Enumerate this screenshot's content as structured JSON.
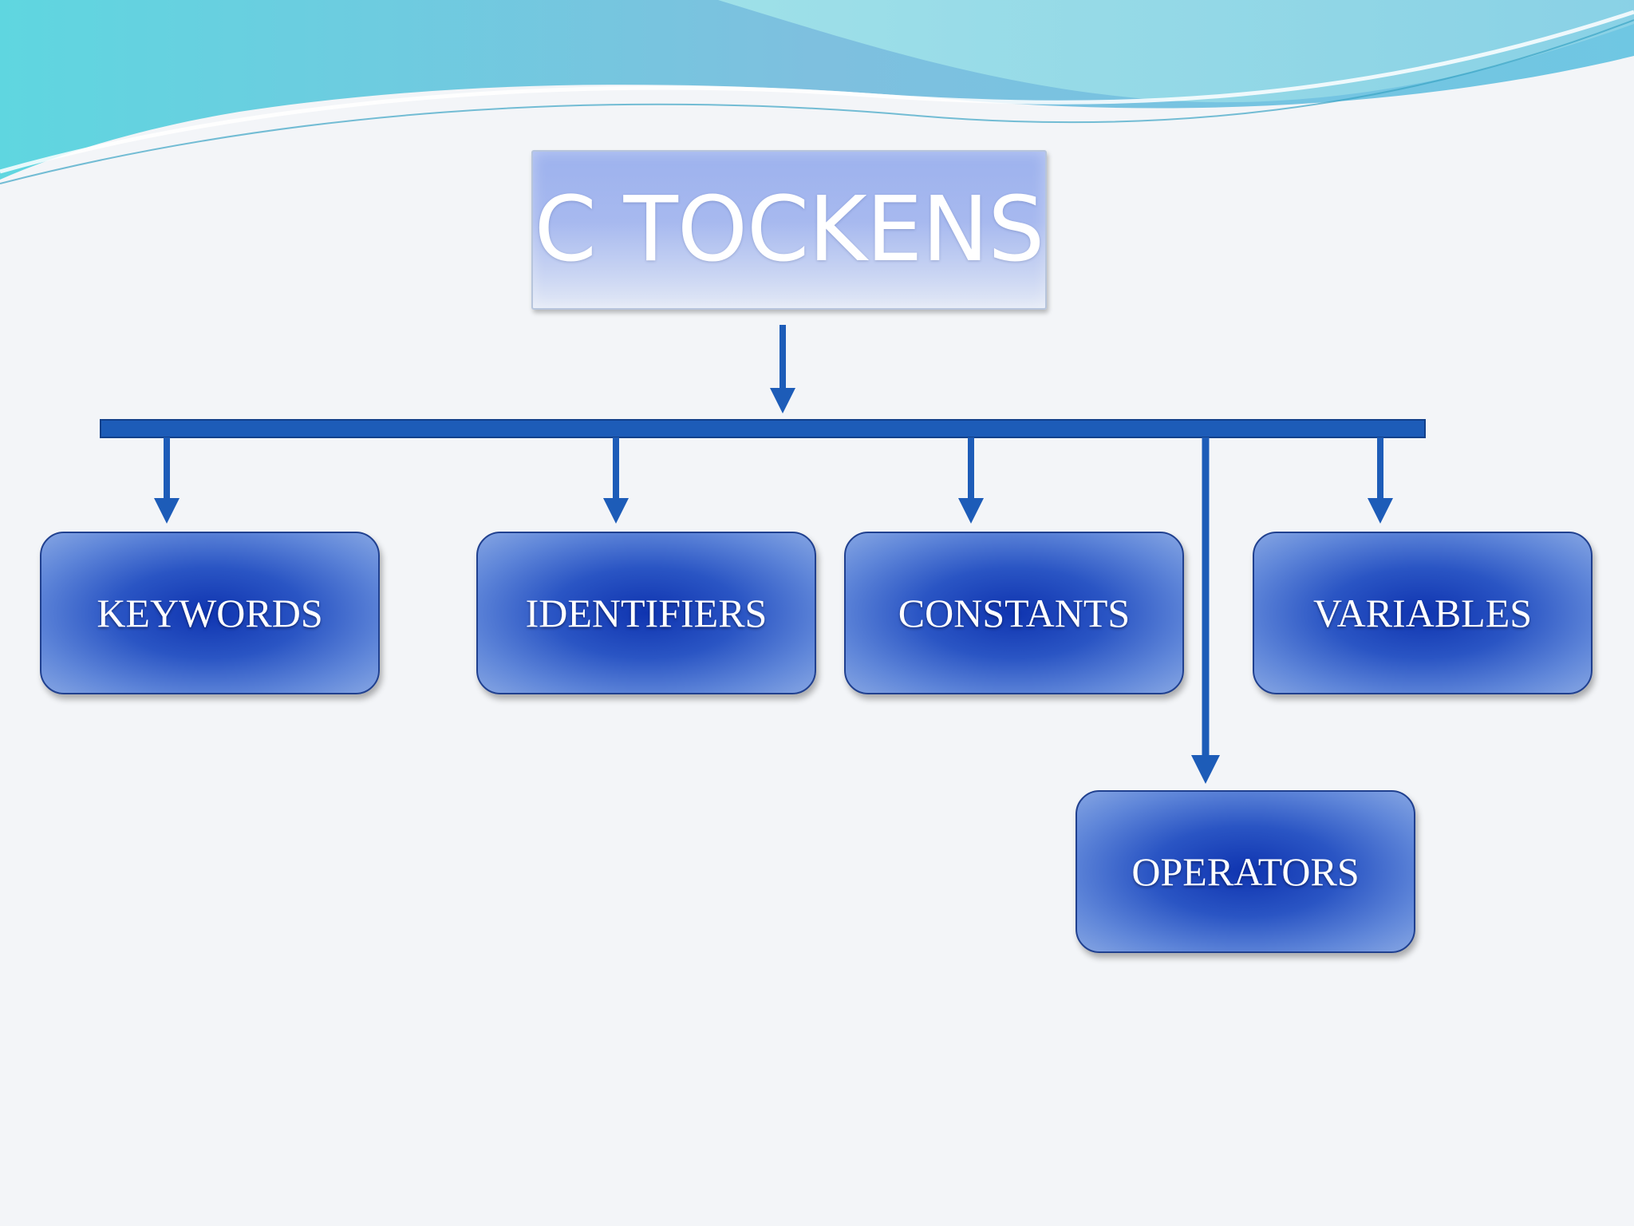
{
  "diagram": {
    "root": {
      "label": "C TOCKENS"
    },
    "nodes": [
      {
        "id": "keywords",
        "label": "KEYWORDS"
      },
      {
        "id": "identifiers",
        "label": "IDENTIFIERS"
      },
      {
        "id": "constants",
        "label": "CONSTANTS"
      },
      {
        "id": "variables",
        "label": "VARIABLES"
      },
      {
        "id": "operators",
        "label": "OPERATORS"
      }
    ],
    "edges": [
      {
        "from": "root",
        "to": "keywords"
      },
      {
        "from": "root",
        "to": "identifiers"
      },
      {
        "from": "root",
        "to": "constants"
      },
      {
        "from": "root",
        "to": "variables"
      },
      {
        "from": "root",
        "to": "operators"
      }
    ]
  },
  "colors": {
    "connector": "#1d5cb8",
    "node_fill": "#2a55c4",
    "root_fill": "#a7b9ef",
    "wave_teal": "#5ad3de",
    "wave_blue": "#7fb8dc"
  }
}
